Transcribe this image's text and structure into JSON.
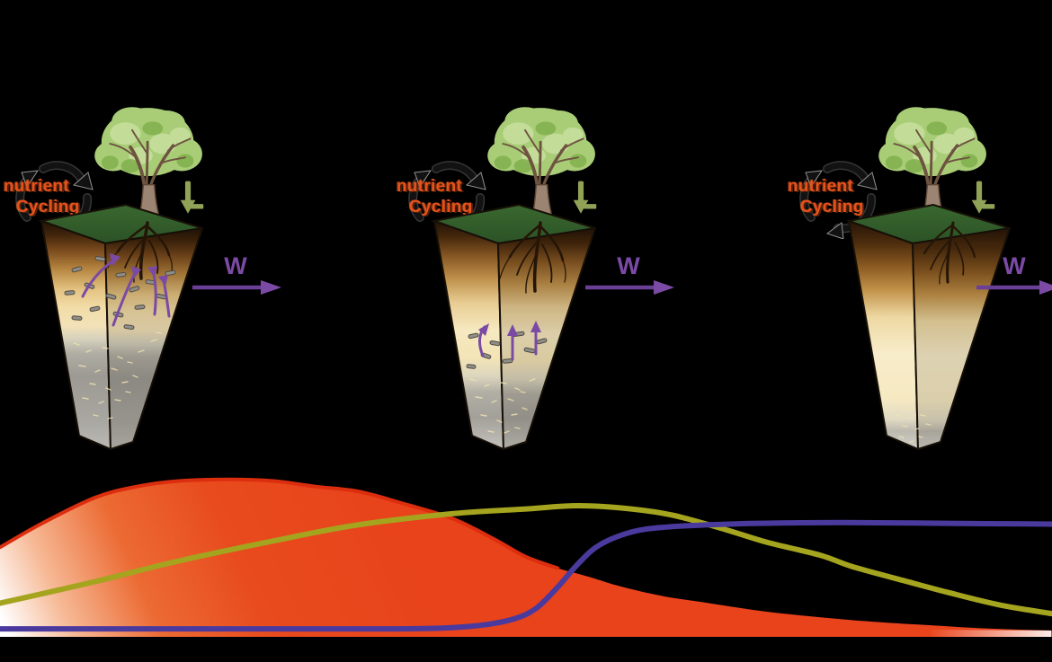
{
  "panels": [
    {
      "nutrient_cycling": {
        "line1": "nutrient",
        "line2": "Cycling"
      },
      "weathering_label": "W"
    },
    {
      "nutrient_cycling": {
        "line1": "nutrient",
        "line2": "Cycling"
      },
      "weathering_label": "W"
    },
    {
      "nutrient_cycling": {
        "line1": "nutrient",
        "line2": "Cycling"
      },
      "weathering_label": "W"
    }
  ],
  "icons": {
    "recycle-arrows-icon": "black circular recycling arrows",
    "litterfall-arrow-icon": "green downward arrow with foot",
    "weathering-arrow-icon": "purple right arrow",
    "tree-illustration": "broadleaf tree",
    "soil-column-illustration": "inverted tapered soil pedon"
  },
  "colors": {
    "background": "#000000",
    "nutrient_text": "#e6511c",
    "weathering_purple": "#7b4aa5",
    "soil_green_top": "#34602c",
    "chart_red": "#e8431b",
    "chart_red_edge": "#dc2e0e",
    "chart_olive": "#a4a41f",
    "chart_purple": "#4b3a9e"
  },
  "chart_data": {
    "type": "area",
    "title": "",
    "xlabel": "",
    "ylabel": "",
    "x_range_normalized": [
      0,
      100
    ],
    "y_range_normalized": [
      0,
      1
    ],
    "grid": false,
    "legend": null,
    "series": [
      {
        "name": "red-area",
        "kind": "area",
        "fill": "gradient",
        "color": "#e8431b",
        "points": [
          [
            0,
            0.56
          ],
          [
            4,
            0.71
          ],
          [
            9,
            0.87
          ],
          [
            13,
            0.94
          ],
          [
            17,
            0.975
          ],
          [
            22,
            0.985
          ],
          [
            26,
            0.975
          ],
          [
            30,
            0.94
          ],
          [
            34,
            0.91
          ],
          [
            38,
            0.84
          ],
          [
            43,
            0.74
          ],
          [
            47,
            0.61
          ],
          [
            50,
            0.5
          ],
          [
            53,
            0.43
          ],
          [
            56,
            0.375
          ],
          [
            59,
            0.315
          ],
          [
            63,
            0.255
          ],
          [
            67,
            0.215
          ],
          [
            72,
            0.165
          ],
          [
            76,
            0.135
          ],
          [
            80,
            0.11
          ],
          [
            84,
            0.09
          ],
          [
            89,
            0.07
          ],
          [
            93,
            0.055
          ],
          [
            97,
            0.045
          ],
          [
            100,
            0.04
          ]
        ]
      },
      {
        "name": "red-area-top-edge",
        "kind": "line",
        "color": "#dc2e0e",
        "width": 4,
        "points": [
          [
            0,
            0.56
          ],
          [
            4,
            0.71
          ],
          [
            9,
            0.87
          ],
          [
            13,
            0.94
          ],
          [
            17,
            0.975
          ],
          [
            22,
            0.985
          ],
          [
            26,
            0.975
          ],
          [
            30,
            0.94
          ],
          [
            34,
            0.91
          ],
          [
            38,
            0.84
          ],
          [
            43,
            0.74
          ],
          [
            47,
            0.61
          ],
          [
            50,
            0.5
          ],
          [
            53,
            0.43
          ]
        ]
      },
      {
        "name": "olive-curve",
        "kind": "line",
        "color": "#a4a41f",
        "width": 6,
        "points": [
          [
            0,
            0.21
          ],
          [
            9,
            0.345
          ],
          [
            17,
            0.475
          ],
          [
            26,
            0.6
          ],
          [
            34,
            0.7
          ],
          [
            43,
            0.77
          ],
          [
            50,
            0.8
          ],
          [
            55,
            0.82
          ],
          [
            60,
            0.8
          ],
          [
            64,
            0.76
          ],
          [
            69,
            0.67
          ],
          [
            73,
            0.59
          ],
          [
            78,
            0.51
          ],
          [
            81,
            0.44
          ],
          [
            86,
            0.35
          ],
          [
            90,
            0.28
          ],
          [
            95,
            0.2
          ],
          [
            100,
            0.145
          ]
        ]
      },
      {
        "name": "purple-curve",
        "kind": "line",
        "color": "#4b3a9e",
        "width": 6,
        "points": [
          [
            0,
            0.05
          ],
          [
            20,
            0.05
          ],
          [
            35,
            0.05
          ],
          [
            42,
            0.055
          ],
          [
            46,
            0.075
          ],
          [
            49,
            0.115
          ],
          [
            51,
            0.18
          ],
          [
            53,
            0.31
          ],
          [
            55,
            0.46
          ],
          [
            57,
            0.575
          ],
          [
            60,
            0.655
          ],
          [
            63,
            0.685
          ],
          [
            67,
            0.7
          ],
          [
            72,
            0.71
          ],
          [
            80,
            0.715
          ],
          [
            90,
            0.71
          ],
          [
            100,
            0.705
          ]
        ]
      }
    ]
  }
}
